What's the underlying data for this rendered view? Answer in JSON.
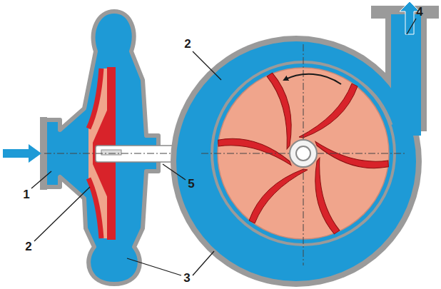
{
  "diagram": {
    "labels": [
      "2",
      "4",
      "1",
      "5",
      "2",
      "3"
    ]
  }
}
